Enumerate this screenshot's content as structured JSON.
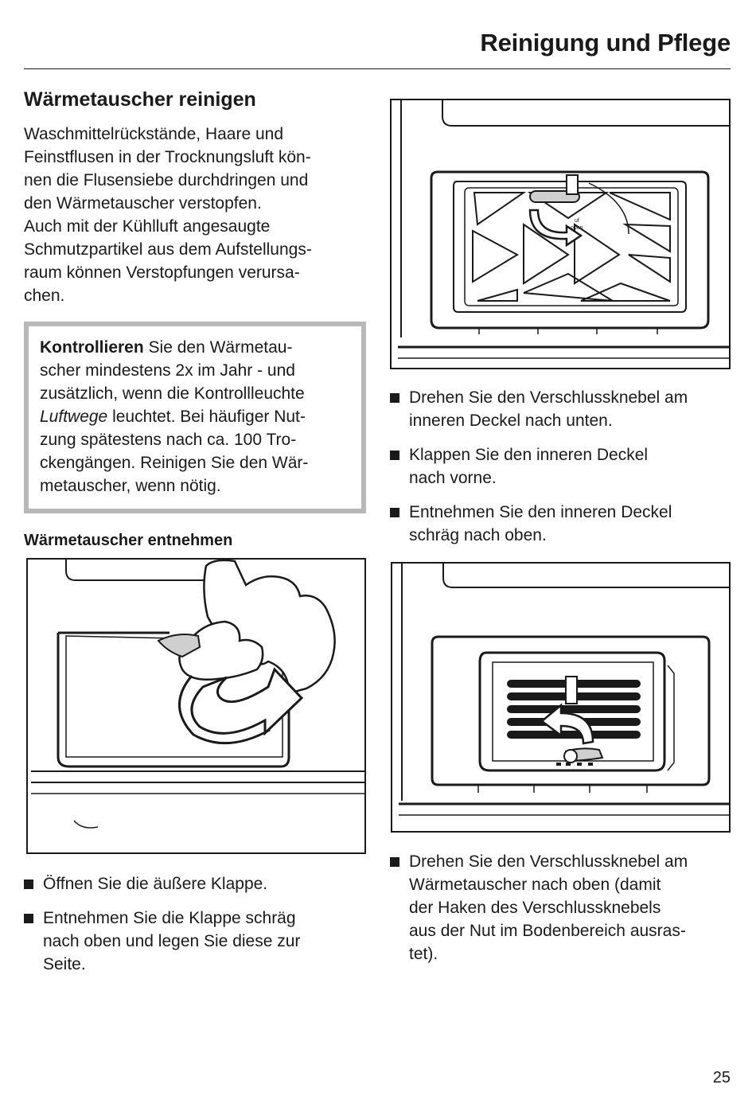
{
  "header": {
    "title": "Reinigung und Pflege"
  },
  "section": {
    "title": "Wärmetauscher reinigen",
    "intro_lines": [
      "Waschmittelrückstände, Haare und",
      "Feinstflusen in der Trocknungsluft kön-",
      "nen die Flusensiebe durchdringen und",
      "den Wärmetauscher verstopfen.",
      "Auch mit der Kühlluft angesaugte",
      "Schmutzpartikel aus dem Aufstellungs-",
      "raum können Verstopfungen verursa-",
      "chen."
    ]
  },
  "notice": {
    "bold_word": "Kontrollieren",
    "line1_rest": " Sie den Wärmetau-",
    "line2": "scher mindestens 2x im Jahr - und",
    "line3": "zusätzlich, wenn die Kontrollleuchte",
    "italic_word": "Luftwege",
    "line4_rest": " leuchtet. Bei häufiger Nut-",
    "line5": "zung spätestens nach ca. 100 Tro-",
    "line6": "ckengängen. Reinigen Sie den Wär-",
    "line7": "metauscher, wenn nötig."
  },
  "subsection": {
    "title": "Wärmetauscher entnehmen"
  },
  "figure_top_right": {
    "label_line1": "uf",
    "label_line2": "open"
  },
  "steps_right_1": [
    {
      "lines": [
        "Drehen Sie den Verschlussknebel am",
        "inneren Deckel nach unten."
      ]
    },
    {
      "lines": [
        "Klappen Sie den inneren Deckel",
        "nach vorne."
      ]
    },
    {
      "lines": [
        "Entnehmen Sie den inneren Deckel",
        "schräg nach oben."
      ]
    }
  ],
  "steps_left": [
    {
      "lines": [
        "Öffnen Sie die äußere Klappe."
      ]
    },
    {
      "lines": [
        "Entnehmen Sie die Klappe schräg",
        "nach oben und legen Sie diese zur",
        "Seite."
      ]
    }
  ],
  "steps_right_2": [
    {
      "lines": [
        "Drehen Sie den Verschlussknebel am",
        "Wärmetauscher nach oben (damit",
        "der Haken des Verschlussknebels",
        "aus der Nut im Bodenbereich ausras-",
        "tet)."
      ]
    }
  ],
  "page_number": "25"
}
